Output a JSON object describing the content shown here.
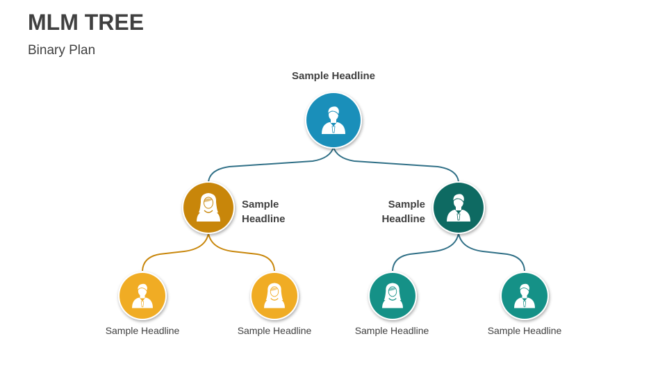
{
  "title": "MLM TREE",
  "subtitle": "Binary Plan",
  "colors": {
    "root": "#1a8fba",
    "left_branch": "#c8860a",
    "left_leaf": "#f0ac24",
    "right_branch": "#0e6a62",
    "right_leaf": "#159187",
    "connector_blue": "#2f6f86",
    "connector_gold": "#c8860a"
  },
  "nodes": {
    "root": {
      "label": "Sample Headline",
      "icon": "male-person-icon"
    },
    "level1_left": {
      "label_line1": "Sample",
      "label_line2": "Headline",
      "icon": "female-person-icon"
    },
    "level1_right": {
      "label_line1": "Sample",
      "label_line2": "Headline",
      "icon": "male-person-icon"
    },
    "leaf_1": {
      "label": "Sample Headline",
      "icon": "male-person-icon"
    },
    "leaf_2": {
      "label": "Sample Headline",
      "icon": "female-person-icon"
    },
    "leaf_3": {
      "label": "Sample Headline",
      "icon": "female-person-icon"
    },
    "leaf_4": {
      "label": "Sample Headline",
      "icon": "male-person-icon"
    }
  }
}
